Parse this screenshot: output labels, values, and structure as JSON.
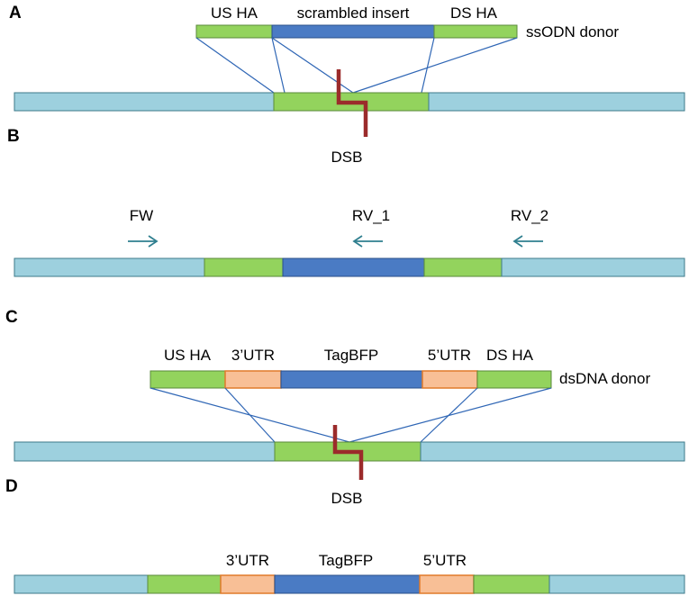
{
  "colors": {
    "genome": "#9dd0de",
    "homology_arm": "#93d35d",
    "insert": "#4a7bc4",
    "utr": "#f8bf96",
    "dsb": "#9b2b2b",
    "primer": "#2f7f8f",
    "line": "#2f66b5"
  },
  "panel_a": {
    "letter": "A",
    "donor_labels": {
      "us_ha": "US HA",
      "insert": "scrambled insert",
      "ds_ha": "DS HA"
    },
    "donor_name": "ssODN donor",
    "dsb_label": "DSB"
  },
  "panel_b": {
    "letter": "B",
    "primers": [
      {
        "label": "FW",
        "direction": "right",
        "icon": "arrow-right-icon"
      },
      {
        "label": "RV_1",
        "direction": "left",
        "icon": "arrow-left-icon"
      },
      {
        "label": "RV_2",
        "direction": "left",
        "icon": "arrow-left-icon"
      }
    ]
  },
  "panel_c": {
    "letter": "C",
    "donor_labels": {
      "us_ha": "US HA",
      "utr3": "3’UTR",
      "insert": "TagBFP",
      "utr5": "5’UTR",
      "ds_ha": "DS HA"
    },
    "donor_name": "dsDNA donor",
    "dsb_label": "DSB"
  },
  "panel_d": {
    "letter": "D",
    "labels": {
      "utr3": "3’UTR",
      "insert": "TagBFP",
      "utr5": "5’UTR"
    }
  }
}
